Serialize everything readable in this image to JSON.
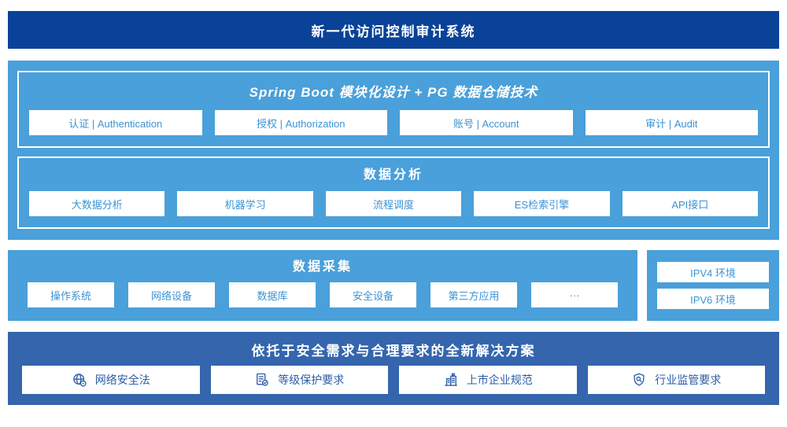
{
  "header": {
    "title": "新一代访问控制审计系统"
  },
  "platform": {
    "modules": {
      "title": "Spring Boot 模块化设计 + PG 数据仓储技术",
      "items": [
        "认证 | Authentication",
        "授权 | Authorization",
        "账号 | Account",
        "审计 | Audit"
      ]
    },
    "analysis": {
      "title": "数据分析",
      "items": [
        "大数据分析",
        "机器学习",
        "流程调度",
        "ES检索引擎",
        "API接口"
      ]
    }
  },
  "collection": {
    "title": "数据采集",
    "items": [
      "操作系统",
      "网络设备",
      "数据库",
      "安全设备",
      "第三方应用",
      "···"
    ]
  },
  "environments": {
    "items": [
      "IPV4 环境",
      "IPV6 环境"
    ]
  },
  "solution": {
    "title": "依托于安全需求与合理要求的全新解决方案",
    "items": [
      {
        "icon": "globe-network-icon",
        "label": "网络安全法"
      },
      {
        "icon": "document-check-icon",
        "label": "等级保护要求"
      },
      {
        "icon": "building-icon",
        "label": "上市企业规范"
      },
      {
        "icon": "shield-search-icon",
        "label": "行业监管要求"
      }
    ]
  },
  "colors": {
    "header_bg": "#0a4298",
    "section_bg": "#4aa0da",
    "solution_bg": "#3465ad",
    "chip_text": "#3b93d4",
    "solution_text": "#2d5ca7"
  }
}
